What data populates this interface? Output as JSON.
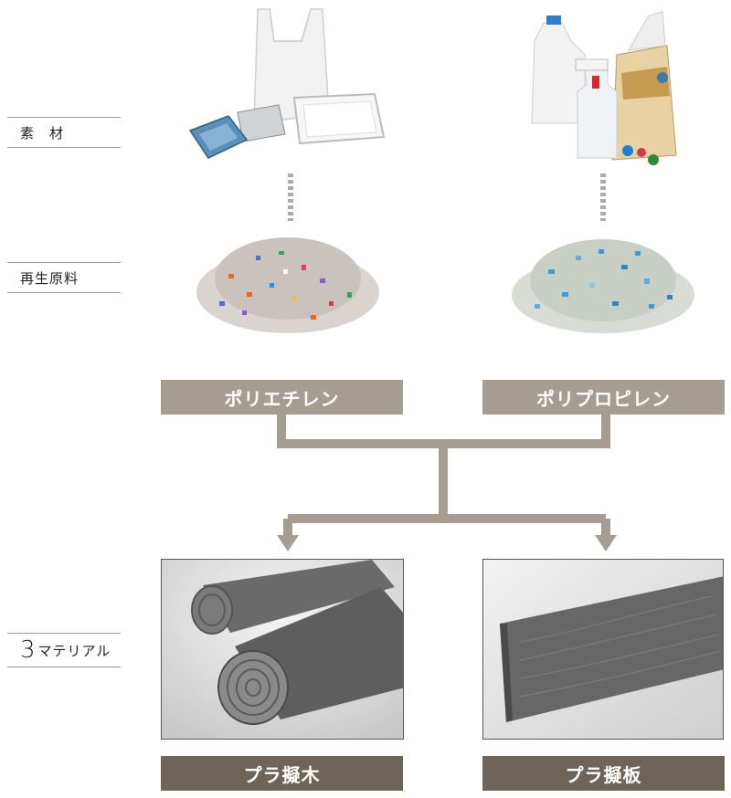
{
  "labels": {
    "material": "素　材",
    "recycled": "再生原料",
    "three_prefix": "3",
    "three_suffix": "マテリアル"
  },
  "resins": {
    "left": "ポリエチレン",
    "right": "ポリプロピレン"
  },
  "products": {
    "left": "プラ擬木",
    "right": "プラ擬板"
  },
  "colors": {
    "resin_box": "#a69d92",
    "product_box": "#6e6457",
    "connector": "#a69d92",
    "dashed": "#aaaaaa"
  }
}
